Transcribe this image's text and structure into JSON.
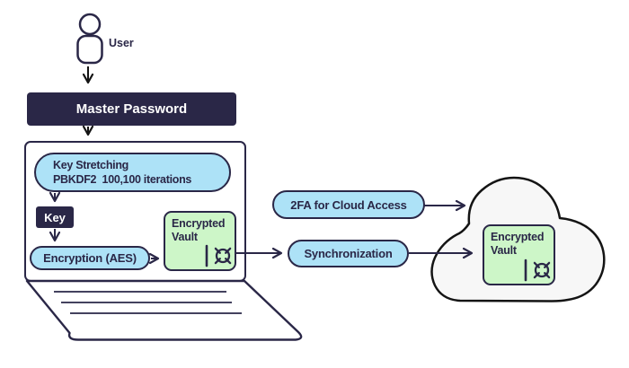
{
  "title": "Password manager encryption and sync diagram",
  "colors": {
    "navy": "#2a2747",
    "black": "#141414",
    "pill_blue": "#ade2f7",
    "vault_green": "#cdf6c8",
    "cloud_gray": "#f7f7f7",
    "white": "#ffffff"
  },
  "nodes": {
    "user": {
      "label": "User"
    },
    "master_password": {
      "label": "Master Password"
    },
    "key_stretching": {
      "line1": "Key Stretching",
      "line2": "PBKDF2  100,100 iterations"
    },
    "key": {
      "label": "Key"
    },
    "encryption": {
      "label": "Encryption (AES)"
    },
    "local_vault": {
      "label": "Encrypted Vault"
    },
    "two_fa": {
      "label": "2FA for Cloud Access"
    },
    "synchronization": {
      "label": "Synchronization"
    },
    "cloud_vault": {
      "label": "Encrypted Vault"
    }
  },
  "icons": {
    "user": "user-icon (person outline: circle head, rounded body)",
    "vault": "vault-dial-icon (door bar + safe dial wheel)",
    "laptop": "laptop shape (screen + keyboard base with key lines)",
    "cloud": "cloud shape"
  },
  "edges": [
    {
      "from": "user",
      "to": "master_password"
    },
    {
      "from": "master_password",
      "to": "laptop"
    },
    {
      "from": "key_stretching",
      "to": "key"
    },
    {
      "from": "key",
      "to": "encryption"
    },
    {
      "from": "encryption",
      "to": "local_vault"
    },
    {
      "from": "local_vault",
      "to": "synchronization"
    },
    {
      "from": "synchronization",
      "to": "cloud_vault"
    },
    {
      "from": "two_fa",
      "to": "cloud"
    }
  ]
}
